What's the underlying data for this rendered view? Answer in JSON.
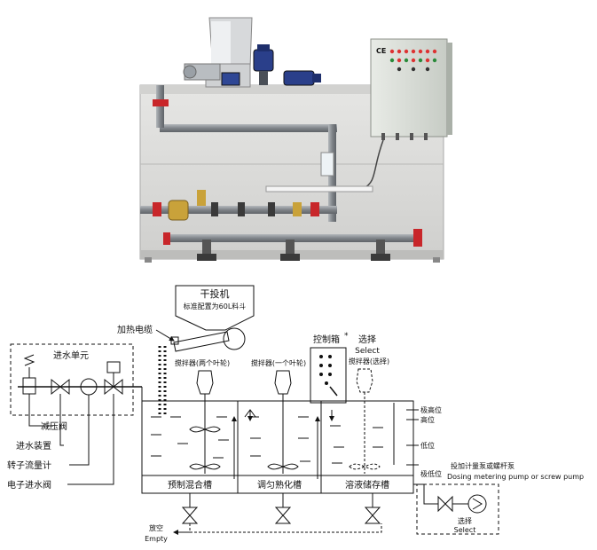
{
  "photo": {
    "panel_label": "CE",
    "colors": {
      "tank": "#dcdcda",
      "tank_shade": "#c4c4c2",
      "pipe": "#8e9296",
      "valve_red": "#c8262a",
      "brass": "#c9a23a",
      "motor_blue": "#2a3f8a"
    }
  },
  "diagram": {
    "feeder_title": "干投机",
    "feeder_subtitle": "标准配置为60L料斗",
    "heating_cable": "加热电缆",
    "control_box": "控制箱",
    "control_box_mark": "*",
    "select_cn": "选择",
    "select_en": "Select",
    "agitator_1": "搅拌器(两个叶轮)",
    "agitator_2": "搅拌器(一个叶轮)",
    "agitator_3": "搅拌器(选择)",
    "water_unit_title": "进水单元",
    "water_items": [
      "减压阀",
      "进水装置",
      "转子流量计",
      "电子进水阀"
    ],
    "levels": [
      "极高位",
      "高位",
      "低位",
      "极低位"
    ],
    "tanks": [
      "预制混合槽",
      "调匀熟化槽",
      "溶液储存槽"
    ],
    "dosing_cn": "投加计量泵或螺杆泵",
    "dosing_en": "Dosing metering pump or screw pump",
    "dosing_select_cn": "选择",
    "dosing_select_en": "Select",
    "empty_cn": "放空",
    "empty_en": "Empty"
  }
}
